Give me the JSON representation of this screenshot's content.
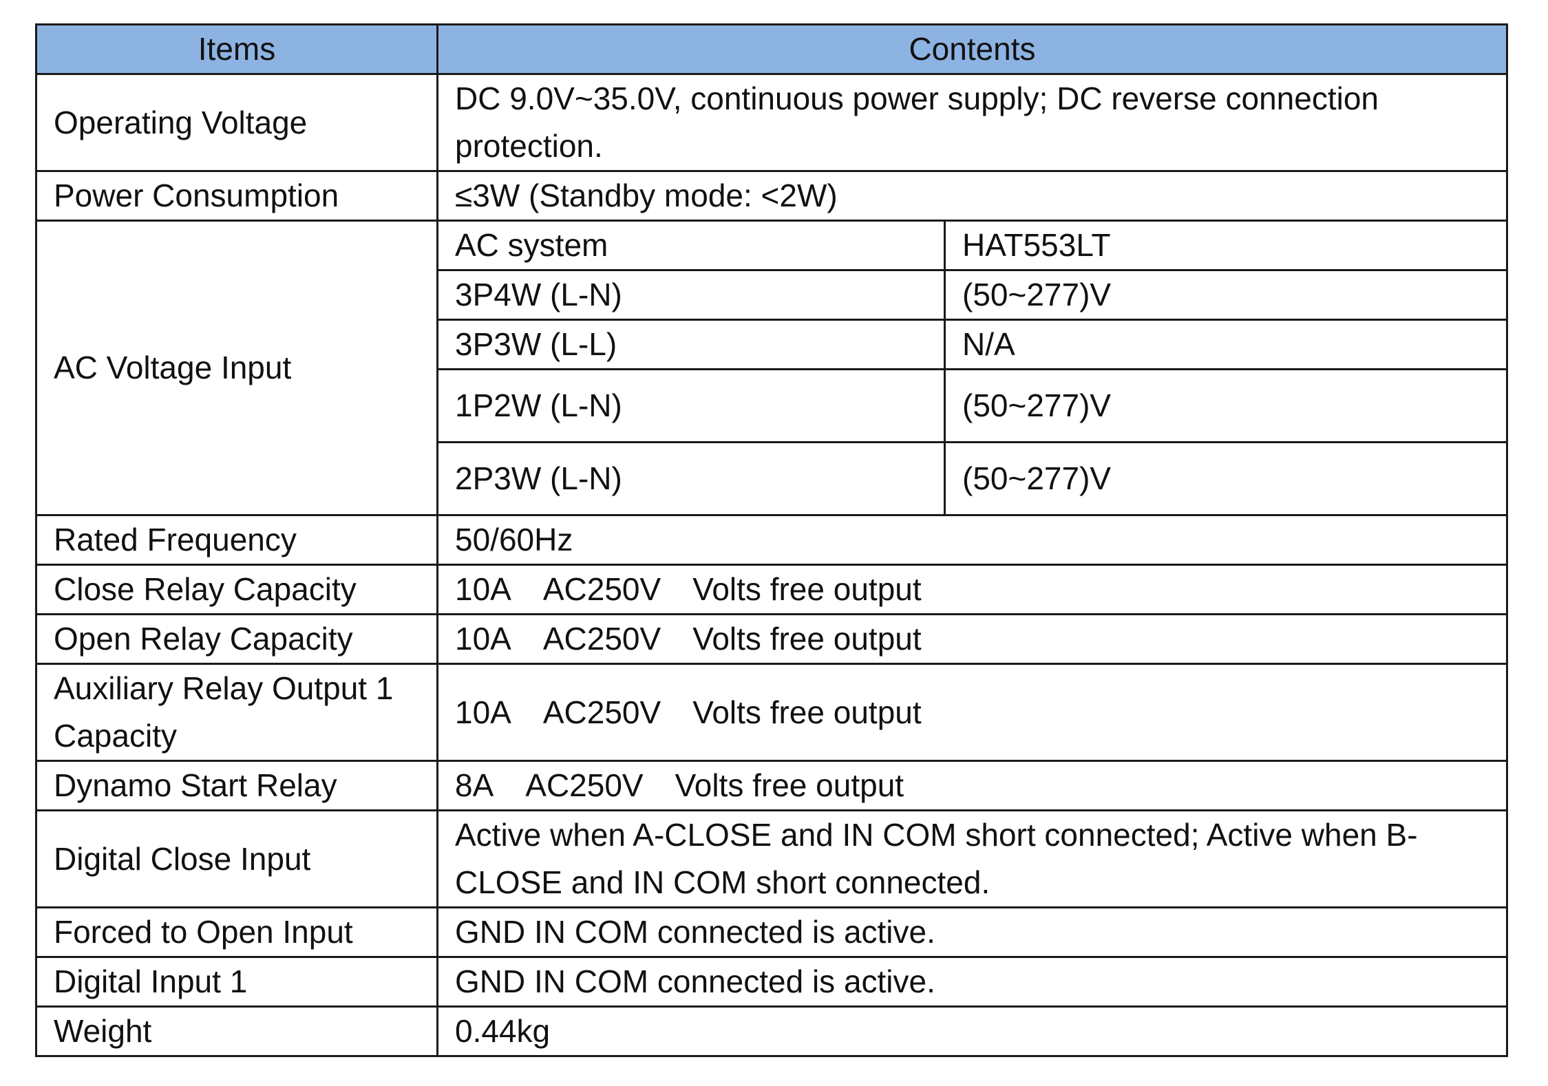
{
  "header": {
    "items": "Items",
    "contents": "Contents"
  },
  "rows": {
    "operating_voltage": {
      "item": "Operating Voltage",
      "content": "DC 9.0V~35.0V, continuous power supply; DC reverse connection protection."
    },
    "power_consumption": {
      "item": "Power Consumption",
      "content": "≤3W (Standby mode: <2W)"
    },
    "ac_voltage_input": {
      "item": "AC Voltage Input",
      "sub": [
        {
          "system": "AC system",
          "value": "HAT553LT"
        },
        {
          "system": "3P4W (L-N)",
          "value": "(50~277)V"
        },
        {
          "system": "3P3W (L-L)",
          "value": "N/A"
        },
        {
          "system": "1P2W (L-N)",
          "value": "(50~277)V"
        },
        {
          "system": "2P3W (L-N)",
          "value": "(50~277)V"
        }
      ]
    },
    "rated_frequency": {
      "item": "Rated Frequency",
      "content": "50/60Hz"
    },
    "close_relay": {
      "item": "Close Relay Capacity",
      "current": "10A",
      "voltage": "AC250V",
      "output": "Volts free output"
    },
    "open_relay": {
      "item": "Open Relay Capacity",
      "current": "10A",
      "voltage": "AC250V",
      "output": "Volts free output"
    },
    "aux_relay": {
      "item": "Auxiliary Relay Output 1 Capacity",
      "current": "10A",
      "voltage": "AC250V",
      "output": "Volts free output"
    },
    "dynamo_relay": {
      "item": "Dynamo Start Relay",
      "current": "8A",
      "voltage": "AC250V",
      "output": "Volts free output"
    },
    "digital_close": {
      "item": "Digital Close Input",
      "content": "Active when A-CLOSE and IN COM short connected; Active when B-CLOSE and IN COM short connected."
    },
    "forced_open": {
      "item": "Forced to Open Input",
      "content": "GND IN COM connected is active."
    },
    "digital_input_1": {
      "item": "Digital Input 1",
      "content": "GND IN COM connected is active."
    },
    "weight": {
      "item": "Weight",
      "content": "0.44kg"
    }
  }
}
